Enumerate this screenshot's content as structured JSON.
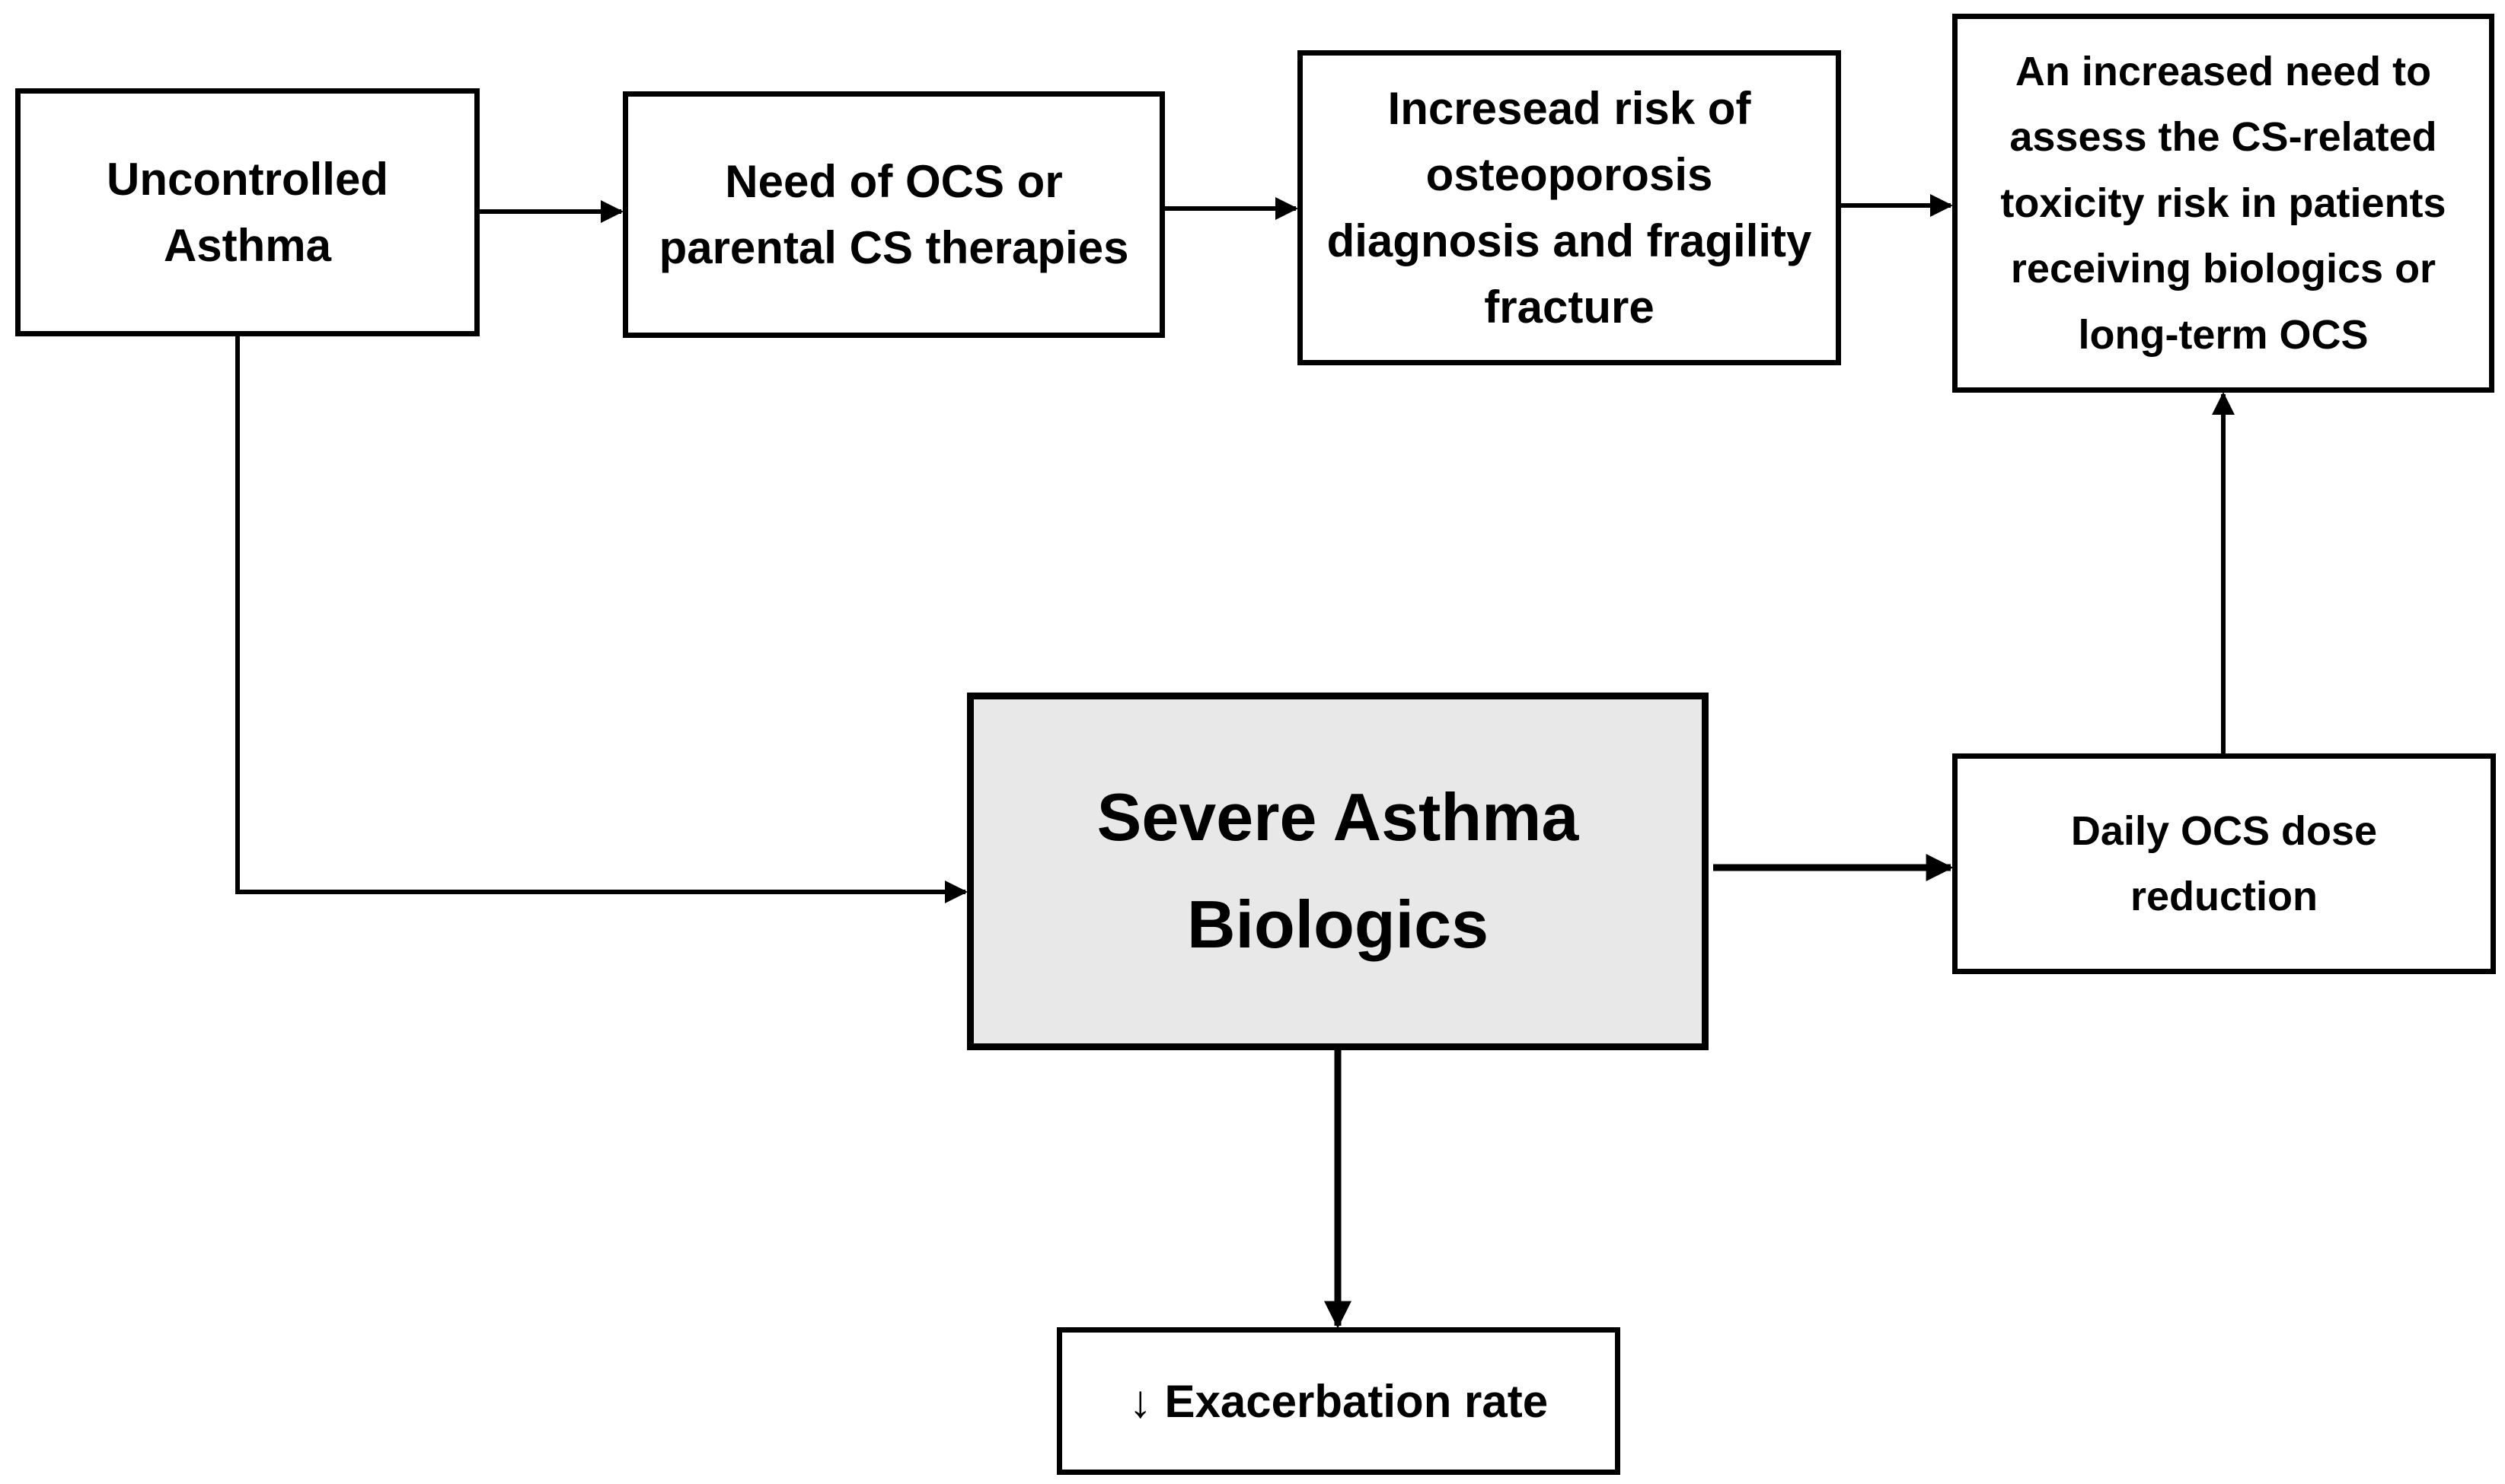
{
  "boxes": {
    "uncontrolled_asthma": "Uncontrolled Asthma",
    "need_ocs": "Need of OCS or parental CS therapies",
    "increased_risk": "Incresead risk of osteoporosis diagnosis and fragility fracture",
    "assess_need": "An increased need to assess the CS-related toxicity risk in patients receiving biologics or long-term OCS",
    "severe_asthma": "Severe Asthma Biologics",
    "daily_ocs": "Daily OCS dose reduction",
    "exacerbation": "↓ Exacerbation rate"
  },
  "colors": {
    "line": "#000000",
    "box_fill": "#ffffff",
    "central_fill": "#e8e8e8"
  }
}
